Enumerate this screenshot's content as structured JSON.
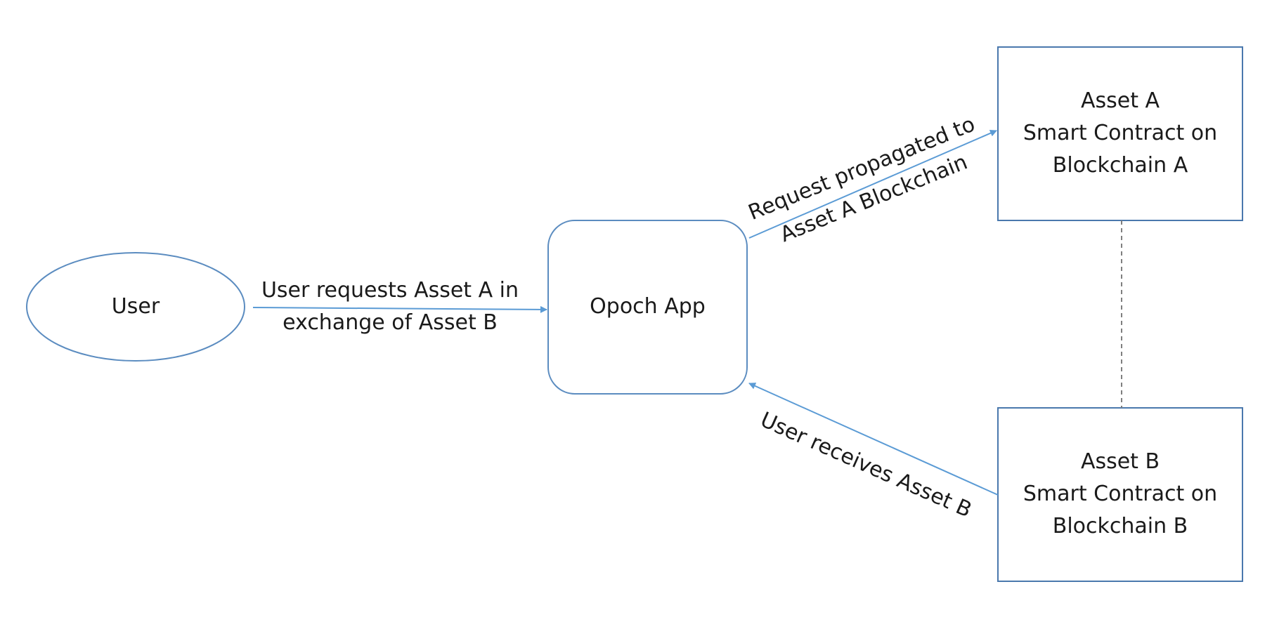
{
  "nodes": {
    "user": {
      "label": "User"
    },
    "app": {
      "label": "Opoch App"
    },
    "asset_a": {
      "lines": [
        "Asset A",
        "Smart Contract on",
        "Blockchain A"
      ]
    },
    "asset_b": {
      "lines": [
        "Asset B",
        "Smart Contract on",
        "Blockchain B"
      ]
    }
  },
  "edges": {
    "user_to_app": {
      "lines": [
        "User requests Asset A in",
        "exchange of Asset B"
      ]
    },
    "app_to_asset_a": {
      "lines": [
        "Request propagated to",
        "Asset A Blockchain"
      ]
    },
    "asset_b_to_app": {
      "label": "User receives Asset B"
    }
  },
  "colors": {
    "stroke": "#5b8cc0",
    "arrow": "#5b9bd5",
    "text": "#1a1a1a",
    "background": "#ffffff"
  }
}
